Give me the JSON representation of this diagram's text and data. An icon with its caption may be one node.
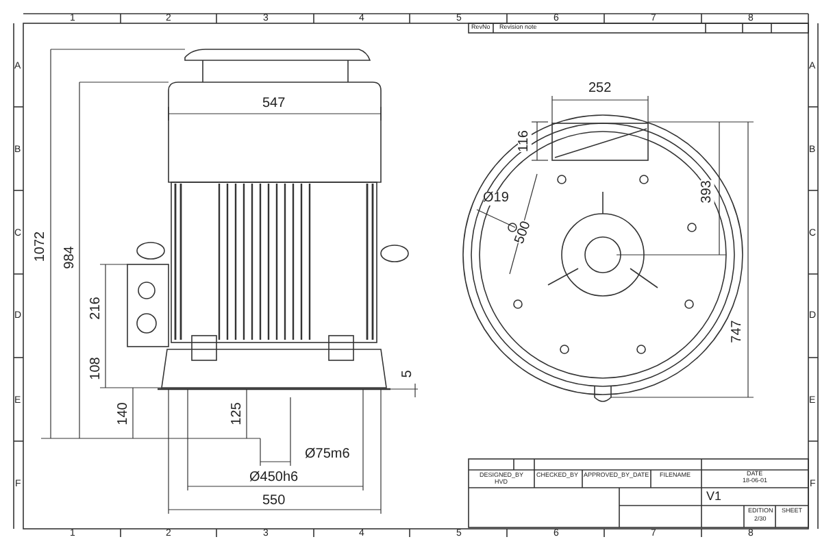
{
  "diagram": {
    "labels": [
      "1",
      "2",
      "3",
      "4",
      "5",
      "6",
      "7",
      "8",
      "RevNo",
      "Revision note",
      "A",
      "B",
      "C",
      "D",
      "E",
      "F",
      "A",
      "B",
      "C",
      "D",
      "E",
      "F",
      "547",
      "252",
      "116",
      "393",
      "Ø19",
      "500",
      "747",
      "1072",
      "984",
      "216",
      "108",
      "5",
      "140",
      "125",
      "Ø75m6",
      "Ø450h6",
      "550",
      "1",
      "2",
      "3",
      "4",
      "5",
      "6",
      "7",
      "8",
      "DESIGNED_BY",
      "HVD",
      "CHECKED_BY",
      "APPROVED_BY_DATE",
      "FILENAME",
      "DATE",
      "18-06-01",
      "V1",
      "EDITION",
      "2/30",
      "SHEET"
    ]
  }
}
